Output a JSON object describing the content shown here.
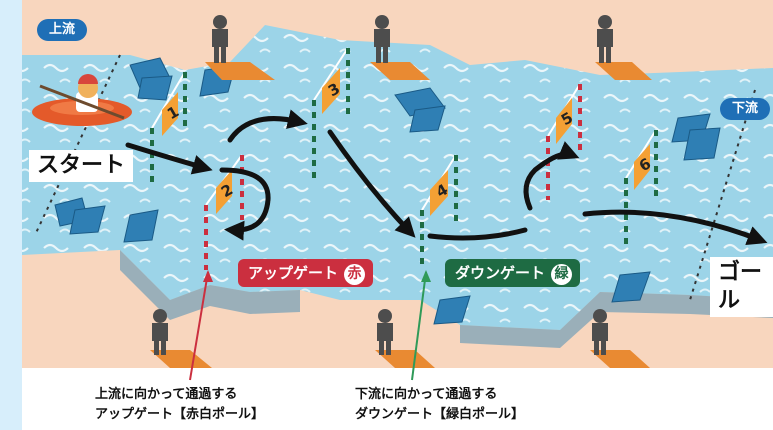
{
  "labels": {
    "upstream_tag": "上流",
    "downstream_tag": "下流",
    "start": "スタート",
    "goal": "ゴール",
    "up_gate": "アップゲート",
    "up_gate_mark": "赤",
    "down_gate": "ダウンゲート",
    "down_gate_mark": "緑"
  },
  "gates": [
    {
      "number": "1",
      "type": "down",
      "color": "green"
    },
    {
      "number": "2",
      "type": "up",
      "color": "red"
    },
    {
      "number": "3",
      "type": "down",
      "color": "green"
    },
    {
      "number": "4",
      "type": "down",
      "color": "green"
    },
    {
      "number": "5",
      "type": "up",
      "color": "red"
    },
    {
      "number": "6",
      "type": "down",
      "color": "green"
    }
  ],
  "captions": {
    "up_line1": "上流に向かって通過する",
    "up_line2": "アップゲート【赤白ポール】",
    "down_line1": "下流に向かって通過する",
    "down_line2": "ダウンゲート【緑白ポール】"
  },
  "colors": {
    "water": "#9cd4e8",
    "bank": "#f8d6be",
    "red_gate": "#cb2f3f",
    "green_gate": "#1e6b43",
    "tag_blue": "#1f6fb6"
  }
}
